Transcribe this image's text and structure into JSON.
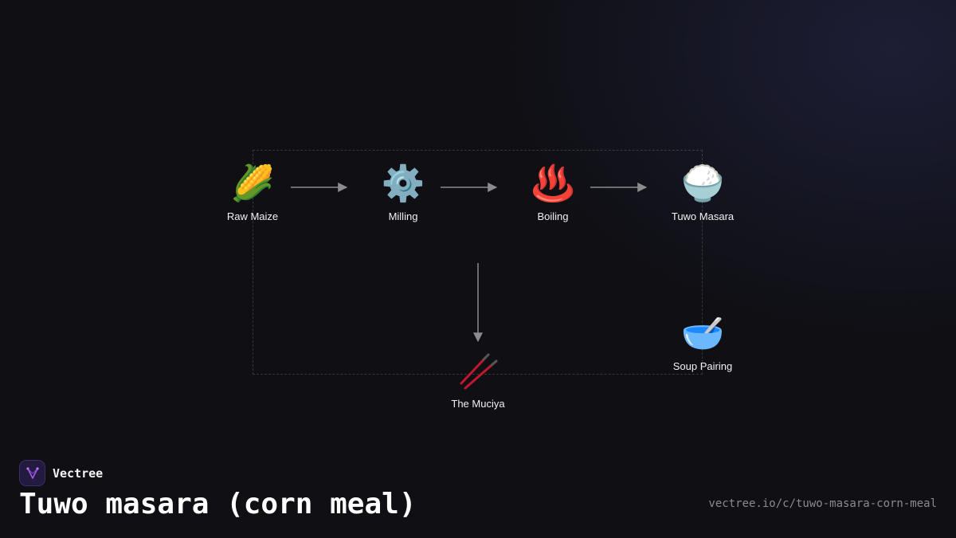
{
  "diagram": {
    "nodes": [
      {
        "id": "raw-maize",
        "label": "Raw Maize",
        "icon": "corn-icon",
        "glyph": "🌽"
      },
      {
        "id": "milling",
        "label": "Milling",
        "icon": "gear-icon",
        "glyph": "⚙️"
      },
      {
        "id": "boiling",
        "label": "Boiling",
        "icon": "hot-springs-icon",
        "glyph": "♨️"
      },
      {
        "id": "tuwo-masara",
        "label": "Tuwo Masara",
        "icon": "rice-bowl-icon",
        "glyph": "🍚"
      },
      {
        "id": "the-muciya",
        "label": "The Muciya",
        "icon": "chopsticks-icon",
        "glyph": ""
      },
      {
        "id": "soup-pairing",
        "label": "Soup Pairing",
        "icon": "bowl-with-spoon-icon",
        "glyph": "🥣"
      }
    ],
    "edges": [
      {
        "from": "raw-maize",
        "to": "milling"
      },
      {
        "from": "milling",
        "to": "boiling"
      },
      {
        "from": "boiling",
        "to": "tuwo-masara"
      },
      {
        "from": "boiling",
        "to": "the-muciya"
      }
    ],
    "colors": {
      "arrow": "#8c8c8c",
      "chopsticks": "#c0182c",
      "logo_accent": "#a45ce6"
    }
  },
  "footer": {
    "brand": "Vectree",
    "title": "Tuwo masara (corn meal)",
    "url": "vectree.io/c/tuwo-masara-corn-meal"
  }
}
